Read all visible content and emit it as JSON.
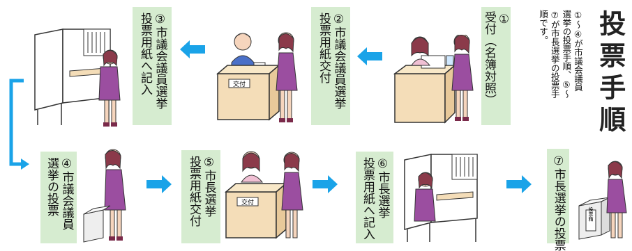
{
  "title": "投票手順",
  "note": {
    "lines": [
      "①～④が市議会議員",
      "選挙の投票手順、⑤～",
      "⑦が市長選挙の投票手",
      "順です。"
    ]
  },
  "steps": [
    {
      "lines": [
        "①",
        "受付（名簿対照）"
      ]
    },
    {
      "lines": [
        "②市議会議員選挙",
        "投票用紙交付"
      ]
    },
    {
      "lines": [
        "③市議会議員選挙",
        "投票用紙へ記入"
      ]
    },
    {
      "lines": [
        "④市議会議員",
        "選挙の投票"
      ]
    },
    {
      "lines": [
        "⑤市長選挙",
        "投票用紙交付"
      ]
    },
    {
      "lines": [
        "⑥市長選挙",
        "投票用紙へ記入"
      ]
    },
    {
      "lines": [
        "⑦市長選挙の投票"
      ]
    }
  ],
  "desk_labels": {
    "desk1": "交付",
    "desk2": "交付"
  },
  "ballot_box_label": "投票箱",
  "colors": {
    "panel": "#d6ecd0",
    "arrow": "#1aa3e8",
    "connector": "#1aa3e8",
    "title": "#222222"
  }
}
